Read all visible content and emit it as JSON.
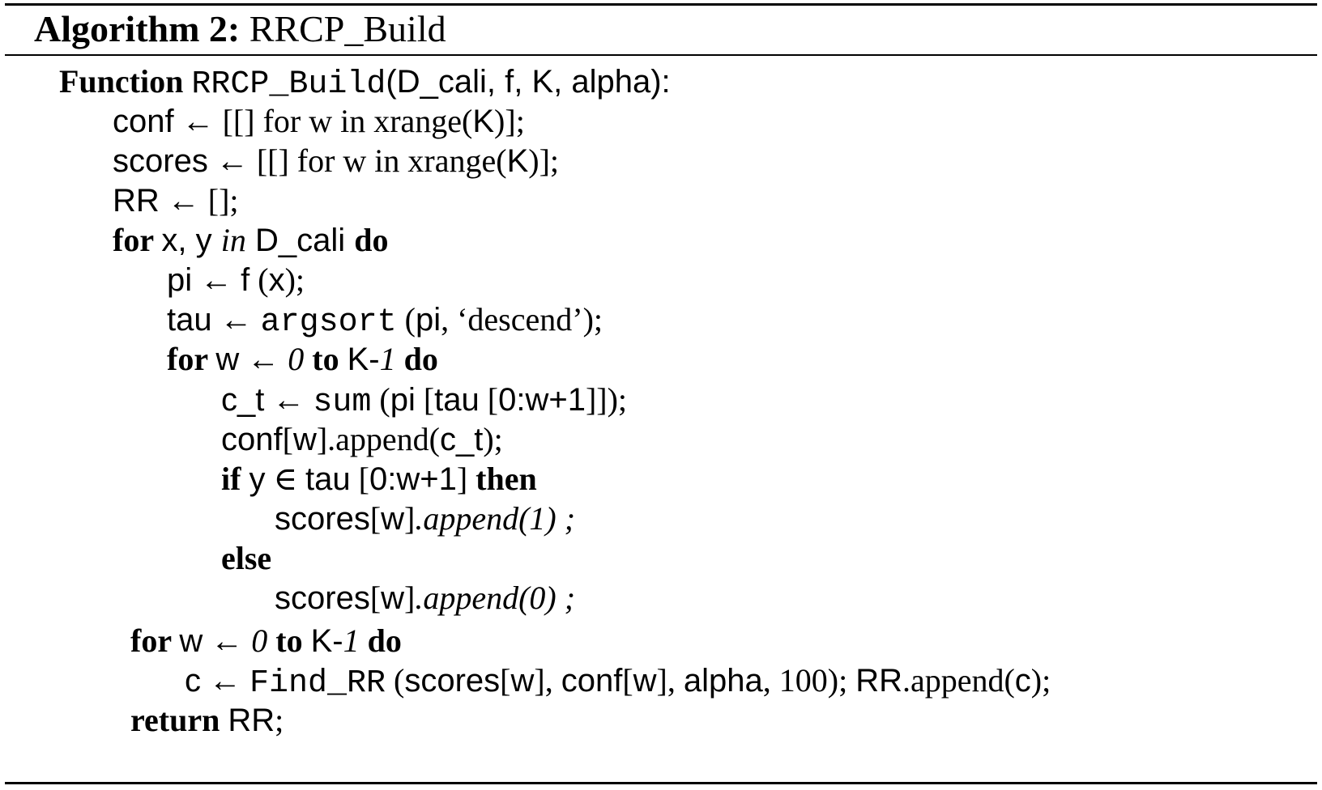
{
  "algorithm": {
    "label": "Algorithm 2:",
    "name": "RRCP_Build"
  },
  "lines": [
    [
      {
        "t": "Function ",
        "s": "kw"
      },
      {
        "t": "RRCP_Build",
        "s": "tt"
      },
      {
        "t": "(D_cali, f, K, alpha):",
        "s": "sf"
      }
    ],
    [
      {
        "t": "conf",
        "s": "sf"
      },
      {
        "t": " ← [[] for w in xrange(",
        "s": "rm"
      },
      {
        "t": "K",
        "s": "sf"
      },
      {
        "t": ")];",
        "s": "rm"
      }
    ],
    [
      {
        "t": "scores",
        "s": "sf"
      },
      {
        "t": " ← [[] for w in xrange(",
        "s": "rm"
      },
      {
        "t": "K",
        "s": "sf"
      },
      {
        "t": ")];",
        "s": "rm"
      }
    ],
    [
      {
        "t": "RR",
        "s": "sf"
      },
      {
        "t": " ← [];",
        "s": "rm"
      }
    ],
    [
      {
        "t": "for ",
        "s": "kw"
      },
      {
        "t": "x, y ",
        "s": "sf"
      },
      {
        "t": "in",
        "s": "it"
      },
      {
        "t": " D_cali ",
        "s": "sf"
      },
      {
        "t": "do",
        "s": "kw"
      }
    ],
    [
      {
        "t": "pi",
        "s": "sf"
      },
      {
        "t": " ← ",
        "s": "rm"
      },
      {
        "t": "f",
        "s": "sf"
      },
      {
        "t": " (",
        "s": "rm"
      },
      {
        "t": "x",
        "s": "sf"
      },
      {
        "t": ");",
        "s": "rm"
      }
    ],
    [
      {
        "t": "tau",
        "s": "sf"
      },
      {
        "t": " ← ",
        "s": "rm"
      },
      {
        "t": "argsort",
        "s": "tt"
      },
      {
        "t": " (",
        "s": "rm"
      },
      {
        "t": "pi",
        "s": "sf"
      },
      {
        "t": ", ‘descend’);",
        "s": "rm"
      }
    ],
    [
      {
        "t": "for ",
        "s": "kw"
      },
      {
        "t": "w",
        "s": "sf"
      },
      {
        "t": " ← ",
        "s": "rm"
      },
      {
        "t": "0",
        "s": "it"
      },
      {
        "t": " ",
        "s": "rm"
      },
      {
        "t": "to ",
        "s": "kw"
      },
      {
        "t": "K-",
        "s": "sf"
      },
      {
        "t": "1",
        "s": "it"
      },
      {
        "t": " ",
        "s": "rm"
      },
      {
        "t": "do",
        "s": "kw"
      }
    ],
    [
      {
        "t": "c_t",
        "s": "sf"
      },
      {
        "t": " ← ",
        "s": "rm"
      },
      {
        "t": "sum",
        "s": "tt"
      },
      {
        "t": " (",
        "s": "rm"
      },
      {
        "t": "pi",
        "s": "sf"
      },
      {
        "t": " [",
        "s": "rm"
      },
      {
        "t": "tau",
        "s": "sf"
      },
      {
        "t": " [",
        "s": "rm"
      },
      {
        "t": "0:w+1",
        "s": "sf"
      },
      {
        "t": "]]);",
        "s": "rm"
      }
    ],
    [
      {
        "t": "conf",
        "s": "sf"
      },
      {
        "t": "[",
        "s": "rm"
      },
      {
        "t": "w",
        "s": "sf"
      },
      {
        "t": "].append(",
        "s": "rm"
      },
      {
        "t": "c_t",
        "s": "sf"
      },
      {
        "t": ");",
        "s": "rm"
      }
    ],
    [
      {
        "t": "if ",
        "s": "kw"
      },
      {
        "t": "y",
        "s": "sf"
      },
      {
        "t": " ∈ ",
        "s": "rm"
      },
      {
        "t": "tau",
        "s": "sf"
      },
      {
        "t": " [",
        "s": "rm"
      },
      {
        "t": "0:w+1",
        "s": "sf"
      },
      {
        "t": "] ",
        "s": "rm"
      },
      {
        "t": "then",
        "s": "kw"
      }
    ],
    [
      {
        "t": "scores",
        "s": "sf"
      },
      {
        "t": "[",
        "s": "rm"
      },
      {
        "t": "w",
        "s": "sf"
      },
      {
        "t": "]",
        "s": "rm"
      },
      {
        "t": ".append(1) ;",
        "s": "it"
      }
    ],
    [
      {
        "t": "else",
        "s": "kw"
      }
    ],
    [
      {
        "t": "scores",
        "s": "sf"
      },
      {
        "t": "[",
        "s": "rm"
      },
      {
        "t": "w",
        "s": "sf"
      },
      {
        "t": "]",
        "s": "rm"
      },
      {
        "t": ".append(0) ;",
        "s": "it"
      }
    ],
    [
      {
        "t": "for ",
        "s": "kw"
      },
      {
        "t": "w",
        "s": "sf"
      },
      {
        "t": " ← ",
        "s": "rm"
      },
      {
        "t": "0",
        "s": "it"
      },
      {
        "t": " ",
        "s": "rm"
      },
      {
        "t": "to ",
        "s": "kw"
      },
      {
        "t": "K-",
        "s": "sf"
      },
      {
        "t": "1",
        "s": "it"
      },
      {
        "t": " ",
        "s": "rm"
      },
      {
        "t": "do",
        "s": "kw"
      }
    ],
    [
      {
        "t": "c",
        "s": "sf"
      },
      {
        "t": " ← ",
        "s": "rm"
      },
      {
        "t": "Find_RR",
        "s": "tt"
      },
      {
        "t": " (",
        "s": "rm"
      },
      {
        "t": "scores",
        "s": "sf"
      },
      {
        "t": "[",
        "s": "rm"
      },
      {
        "t": "w",
        "s": "sf"
      },
      {
        "t": "], ",
        "s": "rm"
      },
      {
        "t": "conf",
        "s": "sf"
      },
      {
        "t": "[",
        "s": "rm"
      },
      {
        "t": "w",
        "s": "sf"
      },
      {
        "t": "], ",
        "s": "rm"
      },
      {
        "t": "alpha",
        "s": "sf"
      },
      {
        "t": ", 100); ",
        "s": "rm"
      },
      {
        "t": "RR",
        "s": "sf"
      },
      {
        "t": ".append(",
        "s": "rm"
      },
      {
        "t": "c",
        "s": "sf"
      },
      {
        "t": ");",
        "s": "rm"
      }
    ],
    [
      {
        "t": "return ",
        "s": "kw"
      },
      {
        "t": "RR",
        "s": "sf"
      },
      {
        "t": ";",
        "s": "rm"
      }
    ]
  ]
}
